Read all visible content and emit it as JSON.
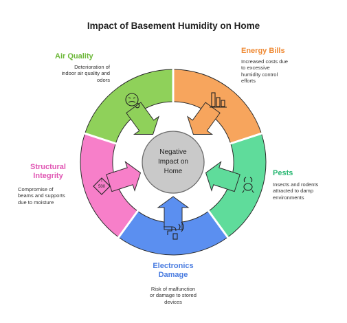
{
  "title": "Impact of Basement Humidity on Home",
  "center": {
    "line1": "Negative",
    "line2": "Impact on",
    "line3": "Home"
  },
  "segments": [
    {
      "id": "air-quality",
      "title": "Air Quality",
      "description": [
        "Deterioration of",
        "indoor air quality and",
        "odors"
      ],
      "color": "#8fd15a",
      "icon": "sick-face-icon"
    },
    {
      "id": "energy-bills",
      "title": "Energy Bills",
      "description": [
        "Increased costs due",
        "to excessive",
        "humidity control",
        "efforts"
      ],
      "color": "#f7a55d",
      "icon": "bar-chart-icon"
    },
    {
      "id": "pests",
      "title": "Pests",
      "description": [
        "Insects and rodents",
        "attracted to damp",
        "environments"
      ],
      "color": "#5fdc9b",
      "icon": "bug-icon"
    },
    {
      "id": "electronics-damage",
      "title_lines": [
        "Electronics",
        "Damage"
      ],
      "description": [
        "Risk of malfunction",
        "or damage to stored",
        "devices"
      ],
      "color": "#5b8ff0",
      "icon": "faucet-icon"
    },
    {
      "id": "structural-integrity",
      "title_lines": [
        "Structural",
        "Integrity"
      ],
      "description": [
        "Compromise of",
        "beams and supports",
        "due to moisture"
      ],
      "color": "#f77fc9",
      "icon": "warning-sign-icon",
      "icon_text": "500"
    }
  ],
  "label_colors": {
    "air-quality": "#6db83a",
    "energy-bills": "#ef8a34",
    "pests": "#2bb874",
    "electronics-damage": "#4a7ce0",
    "structural-integrity": "#e055b3"
  }
}
